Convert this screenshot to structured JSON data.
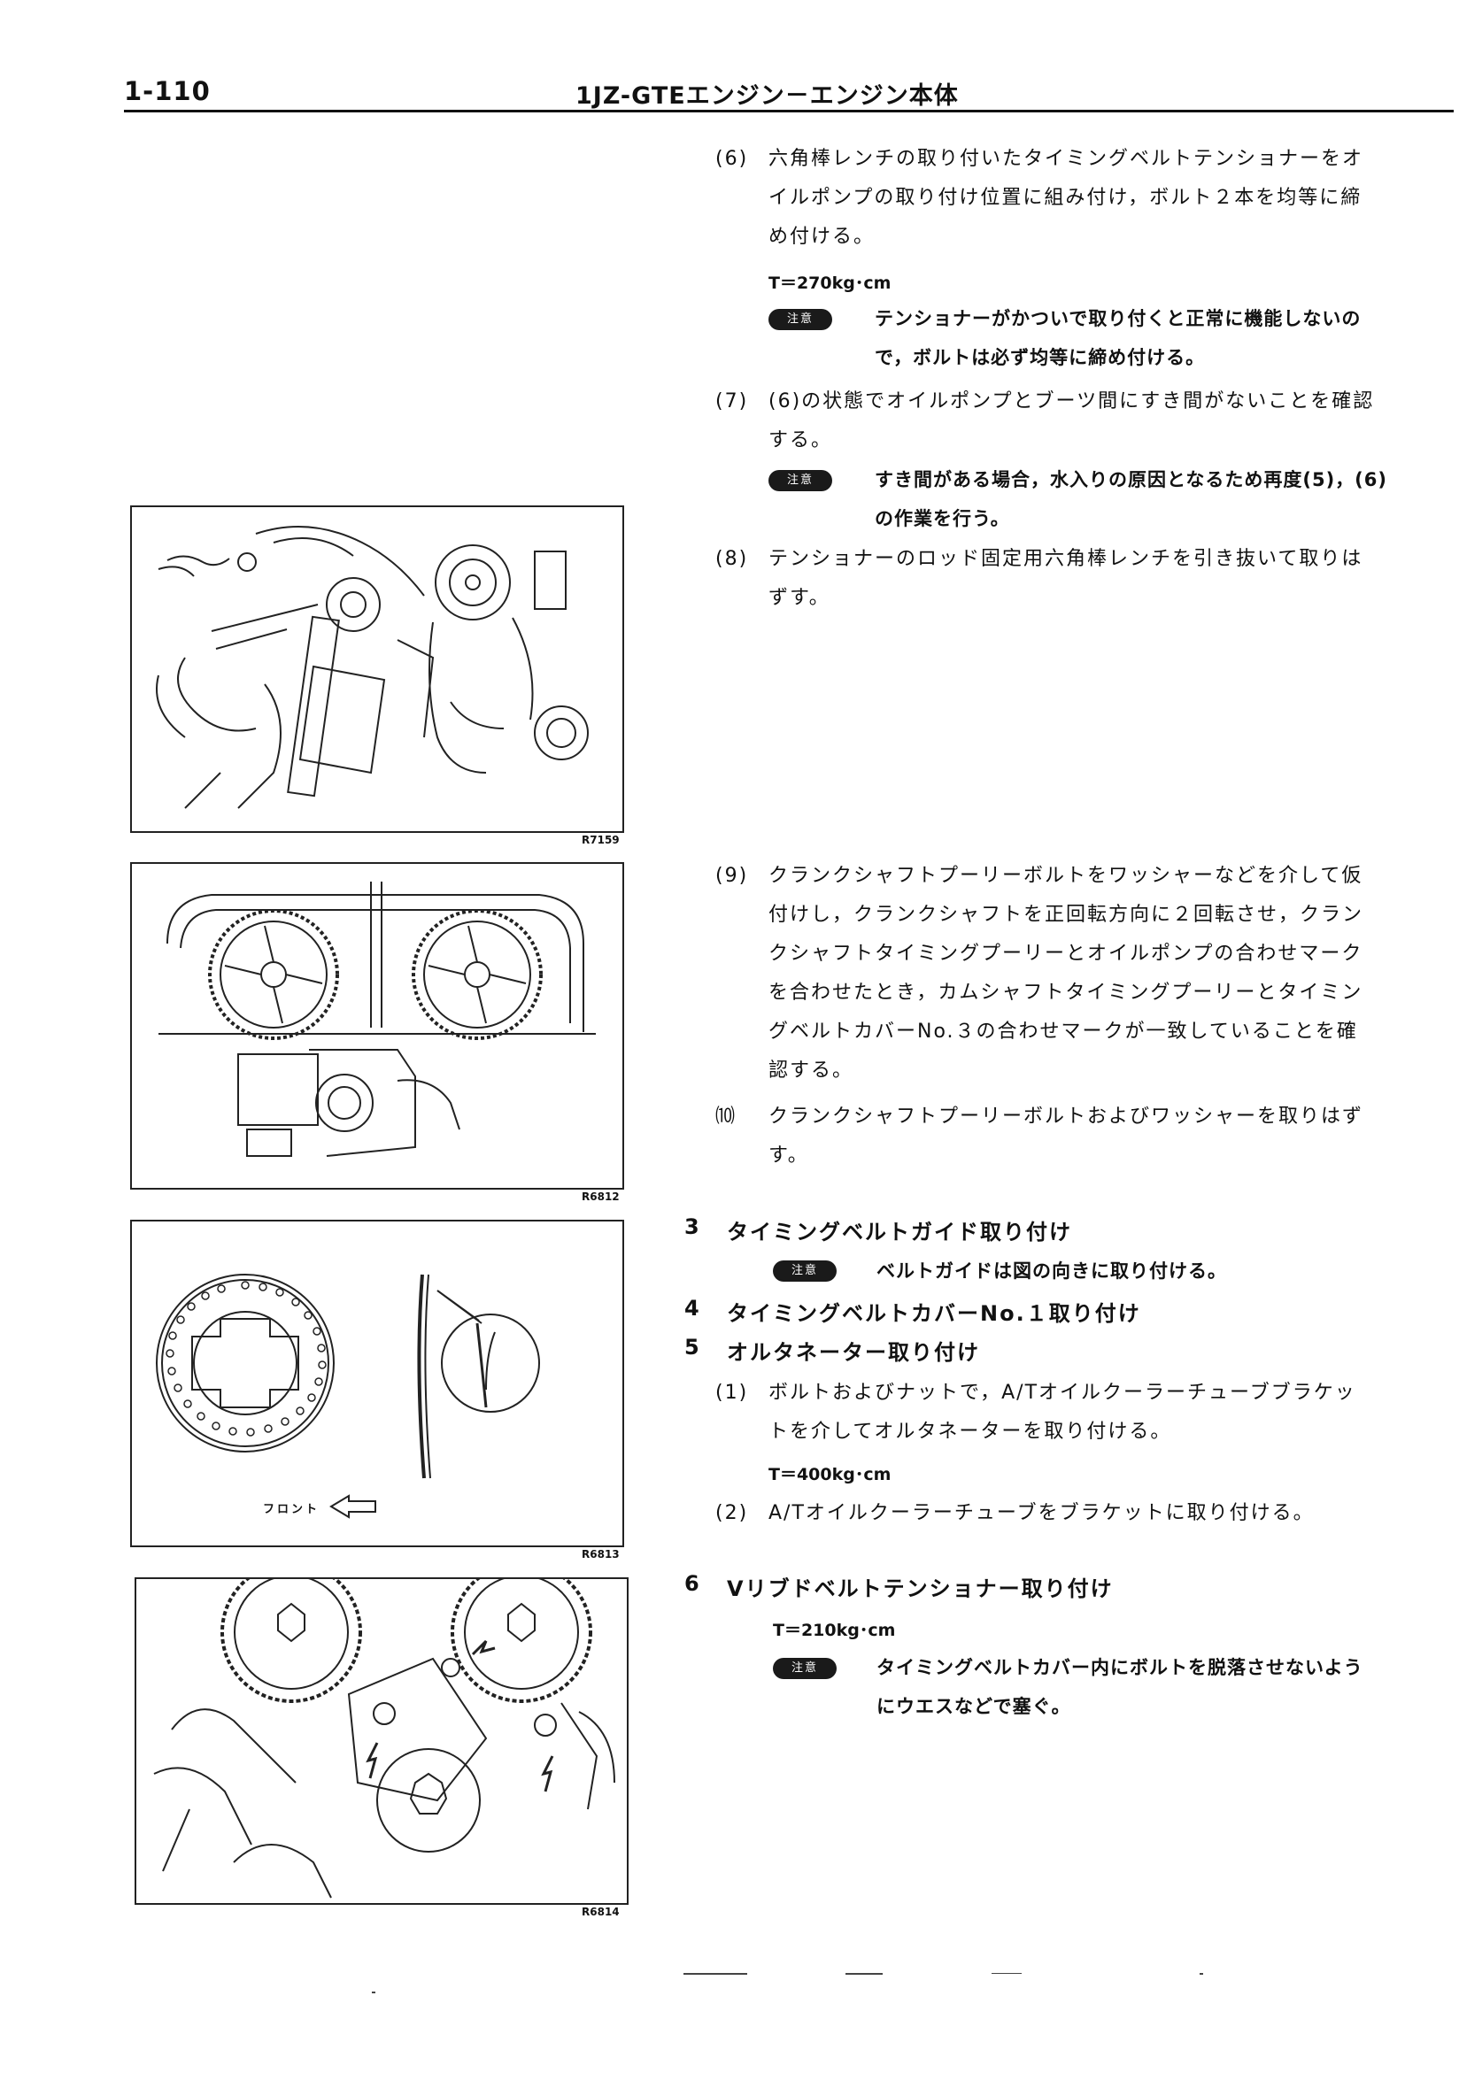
{
  "header": {
    "page_number": "1-110",
    "title": "1JZ-GTEエンジン－エンジン本体"
  },
  "caution_label": "注意",
  "figures": [
    {
      "code": "R7159"
    },
    {
      "code": "R6812"
    },
    {
      "code": "R6813",
      "label": "フロント"
    },
    {
      "code": "R6814"
    }
  ],
  "steps": {
    "s6": {
      "num": "(6)",
      "lines": [
        "六角棒レンチの取り付いたタイミングベルトテンショナーをオ",
        "イルポンプの取り付け位置に組み付け，ボルト２本を均等に締",
        "め付ける。"
      ],
      "torque": "T＝270kg･cm",
      "caution": [
        "テンショナーがかついで取り付くと正常に機能しないの",
        "で，ボルトは必ず均等に締め付ける。"
      ]
    },
    "s7": {
      "num": "(7)",
      "lines": [
        "(6)の状態でオイルポンプとブーツ間にすき間がないことを確認",
        "する。"
      ],
      "caution": [
        "すき間がある場合，水入りの原因となるため再度(5)，(6)",
        "の作業を行う。"
      ]
    },
    "s8": {
      "num": "(8)",
      "lines": [
        "テンショナーのロッド固定用六角棒レンチを引き抜いて取りは",
        "ずす。"
      ]
    },
    "s9": {
      "num": "(9)",
      "lines": [
        "クランクシャフトプーリーボルトをワッシャーなどを介して仮",
        "付けし，クランクシャフトを正回転方向に２回転させ，クラン",
        "クシャフトタイミングプーリーとオイルポンプの合わせマーク",
        "を合わせたとき，カムシャフトタイミングプーリーとタイミン",
        "グベルトカバーNo.３の合わせマークが一致していることを確",
        "認する。"
      ]
    },
    "s10": {
      "num": "⑽",
      "lines": [
        "クランクシャフトプーリーボルトおよびワッシャーを取りはず",
        "す。"
      ]
    }
  },
  "sections": {
    "sec3": {
      "num": "3",
      "title": "タイミングベルトガイド取り付け",
      "caution": "ベルトガイドは図の向きに取り付ける。"
    },
    "sec4": {
      "num": "4",
      "title": "タイミングベルトカバーNo.１取り付け"
    },
    "sec5": {
      "num": "5",
      "title": "オルタネーター取り付け",
      "sub1": {
        "num": "(1)",
        "lines": [
          "ボルトおよびナットで，A/Tオイルクーラーチューブブラケッ",
          "トを介してオルタネーターを取り付ける。"
        ],
        "torque": "T＝400kg･cm"
      },
      "sub2": {
        "num": "(2)",
        "lines": [
          "A/Tオイルクーラーチューブをブラケットに取り付ける。"
        ]
      }
    },
    "sec6": {
      "num": "6",
      "title": "Vリブドベルトテンショナー取り付け",
      "torque": "T＝210kg･cm",
      "caution": [
        "タイミングベルトカバー内にボルトを脱落させないよう",
        "にウエスなどで塞ぐ。"
      ]
    }
  }
}
